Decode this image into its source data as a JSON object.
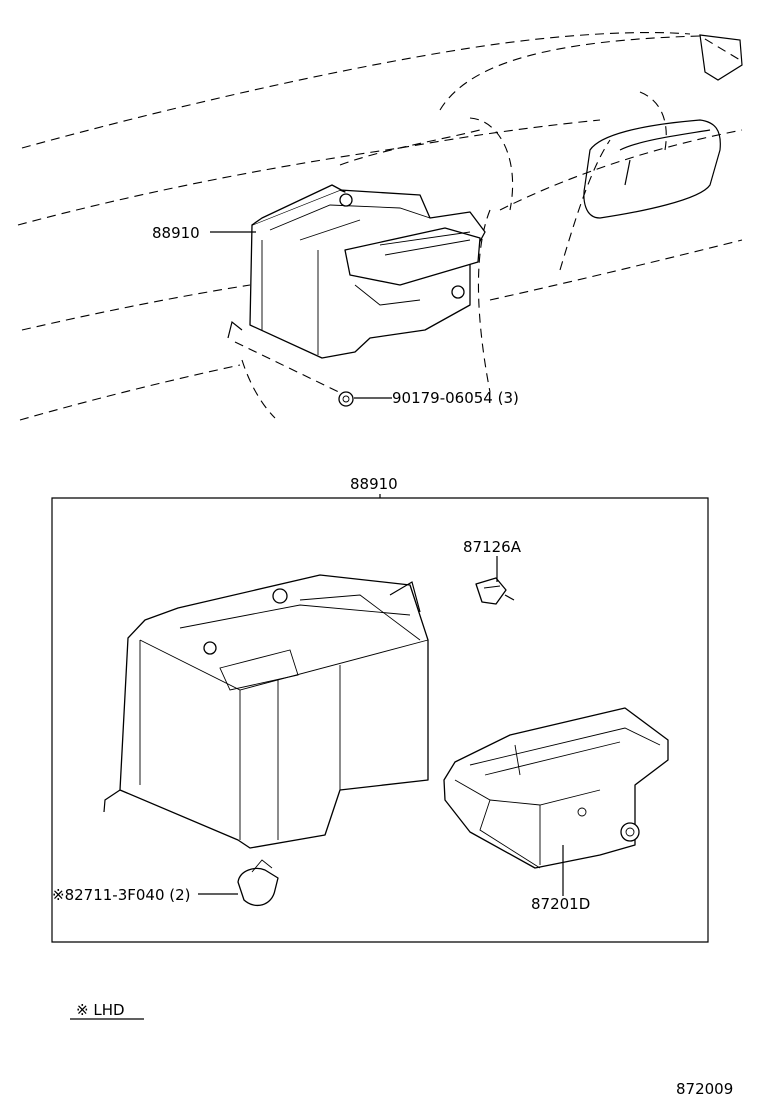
{
  "labels": {
    "top_assembly": "88910",
    "bolt": "90179-06054 (3)",
    "box_assembly": "88910",
    "clip": "87126A",
    "clamp": "※82711-3F040 (2)",
    "unit": "87201D",
    "note": "※  LHD",
    "figure_code": "872009"
  }
}
